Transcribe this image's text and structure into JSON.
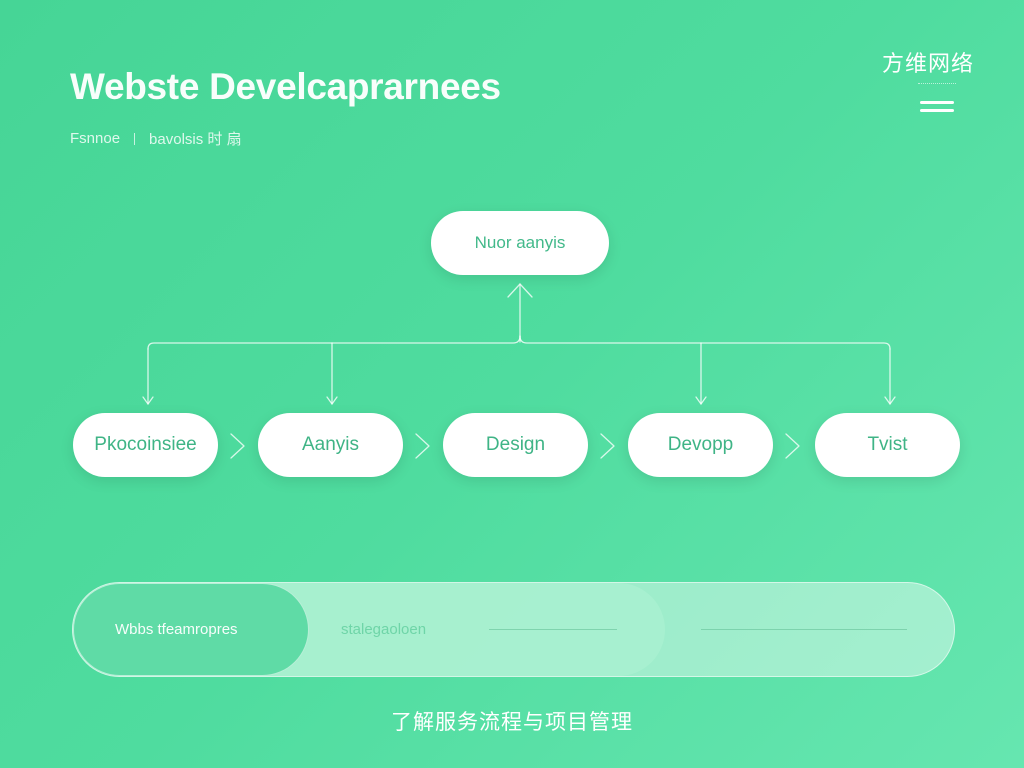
{
  "header": {
    "title": "Webste Develcaprarnees",
    "breadcrumb": [
      "Fsnnoe",
      "bavolsis 时 扇"
    ],
    "brand": "方维网络"
  },
  "diagram": {
    "top_node": "Nuor aanyis",
    "steps": [
      "Pkocoinsiee",
      "Aanyis",
      "Design",
      "Devopp",
      "Tvist"
    ]
  },
  "progress": {
    "segments": [
      {
        "label": "Wbbs tfeamropres"
      },
      {
        "label": "stalegaoloen"
      }
    ]
  },
  "footer": {
    "caption": "了解服务流程与项目管理"
  },
  "colors": {
    "background": "#4fdc9f",
    "node_text": "#3fb486",
    "node_bg": "#ffffff"
  }
}
